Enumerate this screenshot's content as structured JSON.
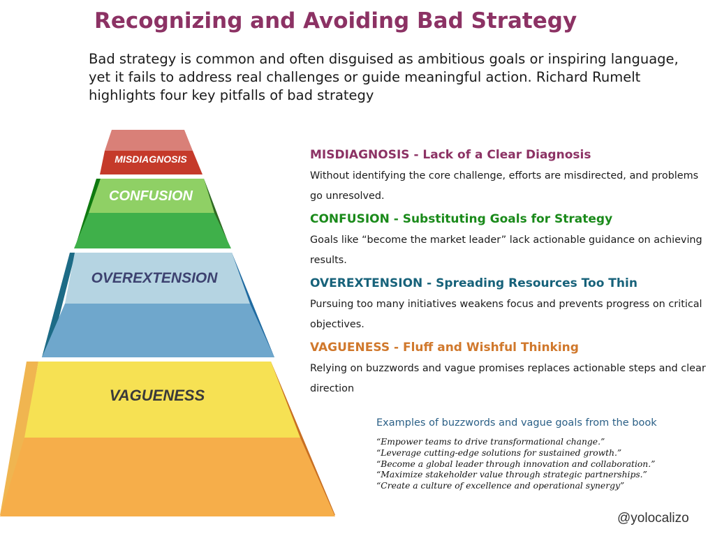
{
  "title": "Recognizing and Avoiding Bad Strategy",
  "intro": "Bad strategy is common and often disguised as ambitious goals or inspiring language, yet it fails to address real challenges or guide meaningful action. Richard Rumelt highlights four key pitfalls of bad strategy",
  "pyramid": [
    {
      "label": "MISDIAGNOSIS"
    },
    {
      "label": "CONFUSION"
    },
    {
      "label": "OVEREXTENSION"
    },
    {
      "label": "VAGUENESS"
    }
  ],
  "pitfalls": [
    {
      "heading": "MISDIAGNOSIS - Lack of a Clear Diagnosis",
      "text": "Without identifying the core challenge, efforts are misdirected, and problems go unresolved.",
      "color": "#8c3264"
    },
    {
      "heading": "CONFUSION - Substituting Goals for Strategy",
      "text": "Goals like “become the market leader” lack actionable guidance on achieving results.",
      "color": "#1a8a1a"
    },
    {
      "heading": "OVEREXTENSION - Spreading Resources Too Thin",
      "text": "Pursuing too many initiatives weakens focus and prevents progress on critical objectives.",
      "color": "#17627a"
    },
    {
      "heading": "VAGUENESS - Fluff and Wishful Thinking",
      "text": "Relying on buzzwords and vague promises replaces actionable steps and clear direction",
      "color": "#d0782c"
    }
  ],
  "examples": {
    "heading": "Examples of buzzwords and vague goals from the book",
    "items": [
      "“Empower teams to drive transformational change.”",
      "“Leverage cutting-edge solutions for sustained growth.”",
      "“Become a global leader through innovation and collaboration.”",
      "“Maximize stakeholder value through strategic partnerships.”",
      "“Create a culture of excellence and operational synergy”"
    ]
  },
  "handle": "@yolocalizo"
}
